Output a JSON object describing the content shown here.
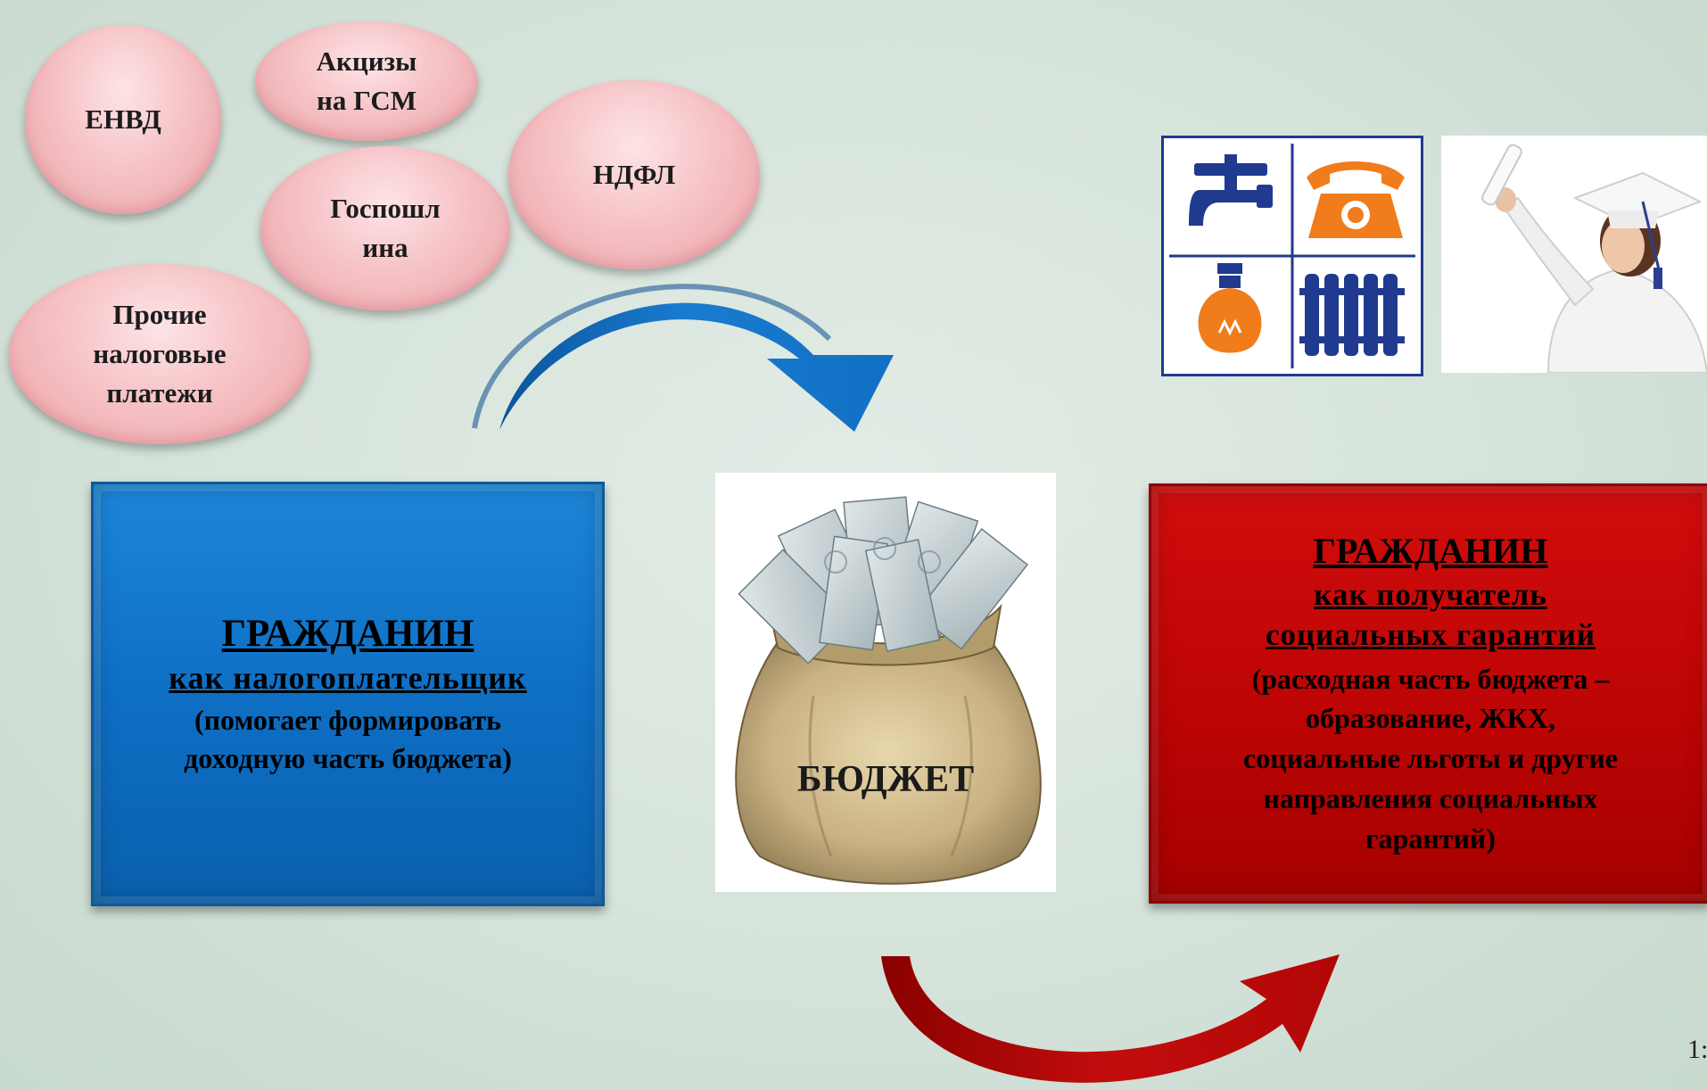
{
  "tax_bubbles": {
    "envd": [
      "ЕНВД"
    ],
    "excise": [
      "Акцизы",
      "на ГСМ"
    ],
    "ndfl": [
      "НДФЛ"
    ],
    "duty": [
      "Госпошл",
      "ина"
    ],
    "other": [
      "Прочие",
      "налоговые",
      "платежи"
    ]
  },
  "taxpayer_box": {
    "title": "ГРАЖДАНИН",
    "subtitle": "как налогоплательщик",
    "note": [
      "(помогает формировать",
      "доходную часть бюджета)"
    ],
    "color": "#0e6fc4"
  },
  "budget": {
    "label": "БЮДЖЕТ"
  },
  "recipient_box": {
    "title": "ГРАЖДАНИН",
    "subtitle": [
      "как получатель",
      "социальных гарантий"
    ],
    "note": [
      "(расходная часть бюджета –",
      "образование, ЖКХ,",
      "социальные льготы и другие",
      "направления социальных",
      "гарантий)"
    ],
    "color": "#bf0505"
  },
  "arrows": {
    "top_arrow": {
      "icon": "curved-arrow-right",
      "color": "#1170c4"
    },
    "bottom_arrow": {
      "icon": "curved-arrow-up-right",
      "color": "#b80a0a"
    }
  },
  "icons": {
    "utilities": [
      "water-tap-icon",
      "telephone-icon",
      "light-bulb-icon",
      "radiator-icon"
    ],
    "graduate": "graduate-photo"
  },
  "page_number": "1:"
}
